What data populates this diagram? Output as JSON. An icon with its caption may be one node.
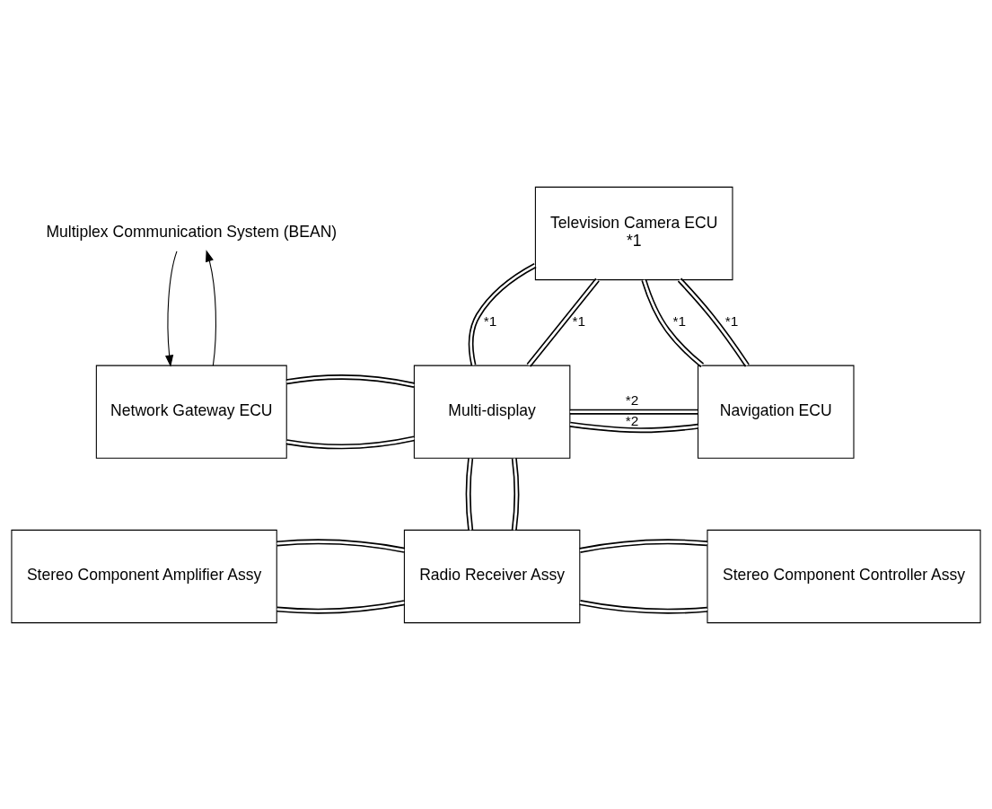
{
  "diagram": {
    "nodes": [
      {
        "text": [
          "Television Camera ECU",
          "*1"
        ]
      },
      {
        "text": [
          "Multiplex Communication System (BEAN)"
        ]
      },
      {
        "text": [
          "Network Gateway ECU"
        ]
      },
      {
        "text": [
          "Multi-display"
        ]
      },
      {
        "text": [
          "Navigation ECU"
        ]
      },
      {
        "text": [
          "Stereo Component Amplifier Assy"
        ]
      },
      {
        "text": [
          "Radio Receiver Assy"
        ]
      },
      {
        "text": [
          "Stereo Component Controller Assy"
        ]
      }
    ],
    "edges": [
      {
        "from": 1,
        "to": 2,
        "arrow": "to"
      },
      {
        "from": 2,
        "to": 1,
        "arrow": "to"
      },
      {
        "from": 0,
        "to": 4,
        "arrow": "none",
        "label": "*1"
      },
      {
        "from": 0,
        "to": 4,
        "arrow": "none",
        "label": "*1"
      },
      {
        "from": 0,
        "to": 3,
        "arrow": "none",
        "label": "*1"
      },
      {
        "from": 0,
        "to": 3,
        "arrow": "none",
        "label": "*1"
      },
      {
        "from": 2,
        "to": 3,
        "arrow": "none"
      },
      {
        "from": 2,
        "to": 3,
        "arrow": "none"
      },
      {
        "from": 3,
        "to": 4,
        "arrow": "none",
        "label": "*2"
      },
      {
        "from": 3,
        "to": 4,
        "arrow": "none",
        "label": "*2"
      },
      {
        "from": 3,
        "to": 6,
        "arrow": "none"
      },
      {
        "from": 3,
        "to": 6,
        "arrow": "none"
      },
      {
        "from": 5,
        "to": 6,
        "arrow": "none"
      },
      {
        "from": 5,
        "to": 6,
        "arrow": "none"
      },
      {
        "from": 6,
        "to": 7,
        "arrow": "none"
      },
      {
        "from": 6,
        "to": 7,
        "arrow": "none"
      }
    ]
  }
}
